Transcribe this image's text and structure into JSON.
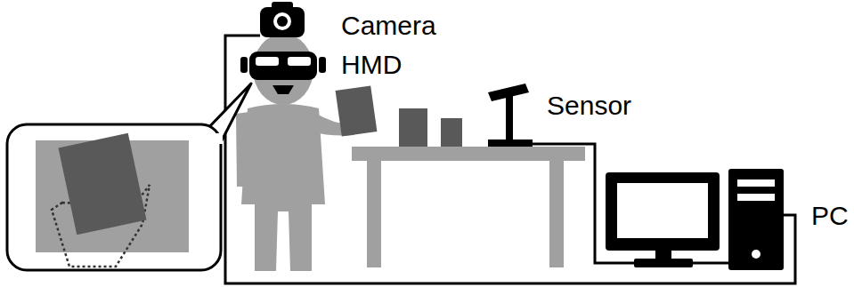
{
  "diagram": {
    "labels": [
      "Camera",
      "HMD",
      "Sensor",
      "PC"
    ]
  }
}
